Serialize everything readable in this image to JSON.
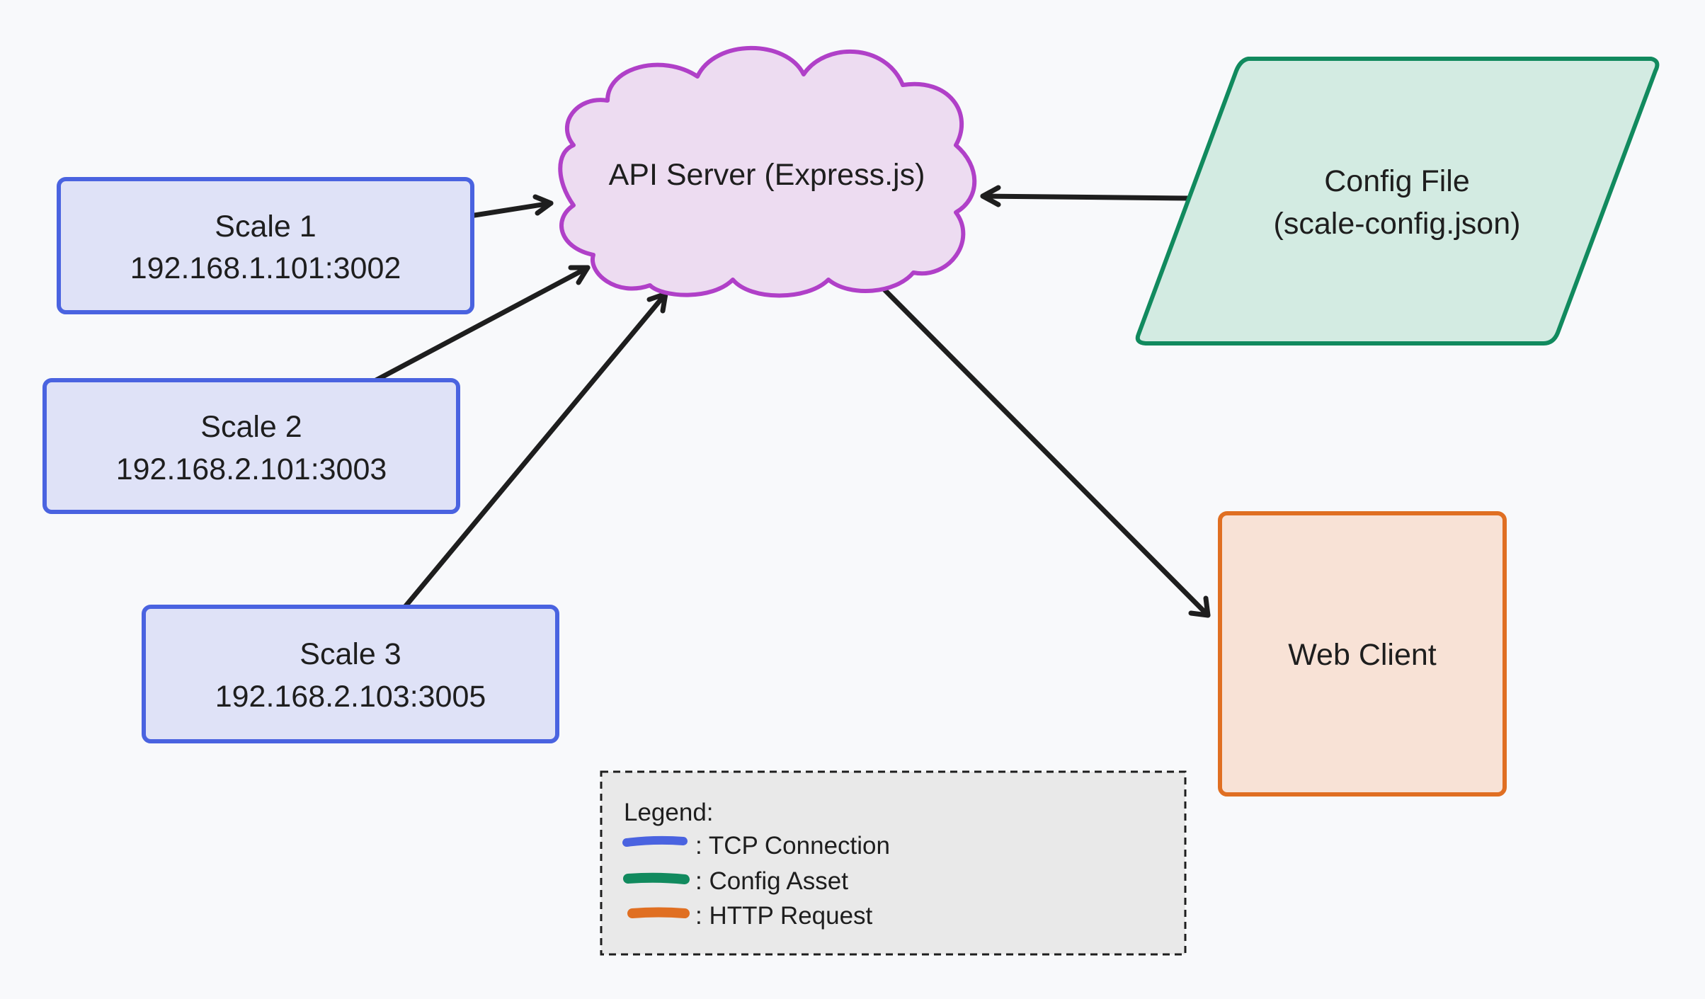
{
  "colors": {
    "background": "#f8f9fb",
    "tcp_stroke": "#4a63e0",
    "tcp_fill": "#dfe2f7",
    "server_stroke": "#b040c8",
    "server_fill": "#eddcf1",
    "config_stroke": "#118a5e",
    "config_fill": "#d3ebe2",
    "http_stroke": "#e06f22",
    "http_fill": "#f8e2d6",
    "arrow": "#1e1e1e",
    "legend_fill": "#e9e9e9"
  },
  "nodes": {
    "scale1": {
      "name": "Scale 1",
      "address": "192.168.1.101:3002"
    },
    "scale2": {
      "name": "Scale 2",
      "address": "192.168.2.101:3003"
    },
    "scale3": {
      "name": "Scale 3",
      "address": "192.168.2.103:3005"
    },
    "api_server": {
      "label": "API Server (Express.js)"
    },
    "config_file": {
      "line1": "Config File",
      "line2": "(scale-config.json)"
    },
    "web_client": {
      "label": "Web Client"
    }
  },
  "edges": [
    {
      "from": "Scale 1",
      "to": "API Server (Express.js)"
    },
    {
      "from": "Scale 2",
      "to": "API Server (Express.js)"
    },
    {
      "from": "Scale 3",
      "to": "API Server (Express.js)"
    },
    {
      "from": "Config File",
      "to": "API Server (Express.js)"
    },
    {
      "from": "API Server (Express.js)",
      "to": "Web Client"
    }
  ],
  "legend": {
    "title": "Legend:",
    "items": [
      {
        "label": ": TCP Connection",
        "color": "#4a63e0"
      },
      {
        "label": ": Config Asset",
        "color": "#118a5e"
      },
      {
        "label": ": HTTP Request",
        "color": "#e06f22"
      }
    ]
  }
}
